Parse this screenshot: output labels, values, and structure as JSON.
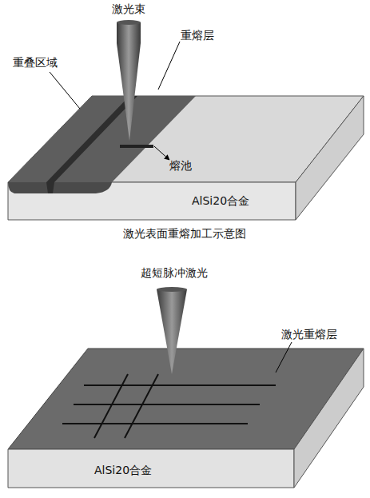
{
  "diagram": {
    "caption": "激光表面重熔加工示意图",
    "labels": [
      "激光束",
      "重叠区域",
      "重熔层",
      "熔池",
      "AlSi20合金",
      "超短脉冲激光",
      "激光重熔层",
      "AlSi20合金"
    ]
  }
}
